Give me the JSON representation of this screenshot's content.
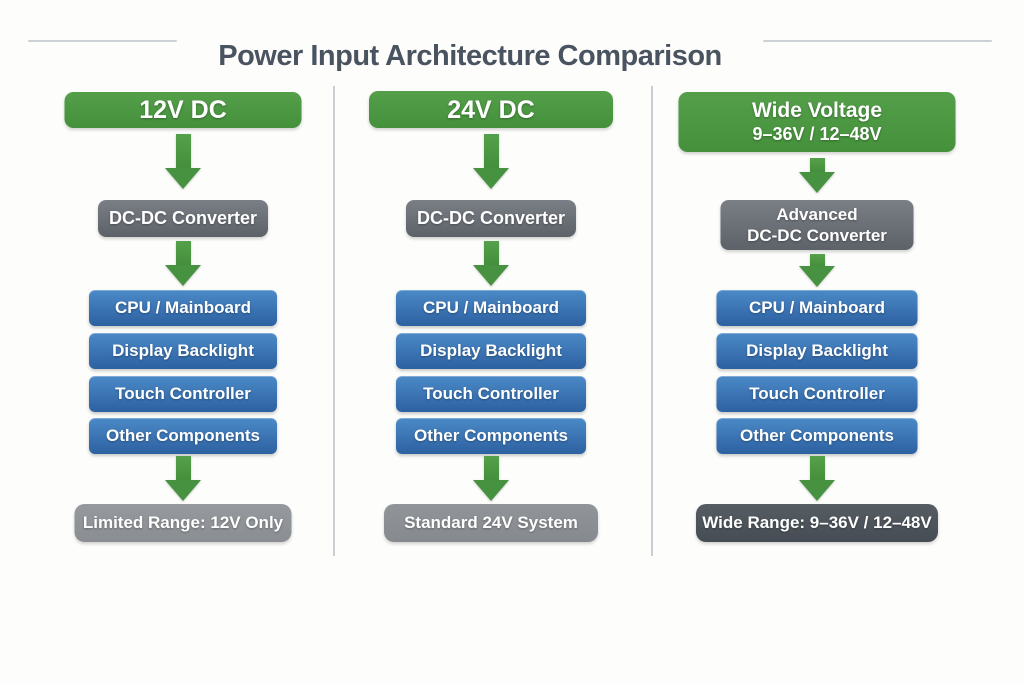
{
  "page_title": "Power Input Architecture Comparison",
  "colors": {
    "header_green": "#4b9741",
    "component_blue_top": "#4b89c7",
    "component_blue_bottom": "#2d61a1",
    "converter_gray": "#696e75",
    "footer_light_gray": "#909498",
    "footer_dark_gray": "#4e555b",
    "arrow_green": "#479240",
    "title_text": "#4a5360",
    "divider_gray": "#cbcfd3"
  },
  "columns": [
    {
      "id": "12v-dc",
      "header": {
        "title": "12V DC"
      },
      "converter": {
        "lines": [
          "DC-DC Converter"
        ]
      },
      "components": [
        "CPU / Mainboard",
        "Display Backlight",
        "Touch Controller",
        "Other Components"
      ],
      "footer": "Limited Range: 12V Only"
    },
    {
      "id": "24v-dc",
      "header": {
        "title": "24V DC"
      },
      "converter": {
        "lines": [
          "DC-DC Converter"
        ]
      },
      "components": [
        "CPU / Mainboard",
        "Display Backlight",
        "Touch Controller",
        "Other Components"
      ],
      "footer": "Standard 24V System"
    },
    {
      "id": "wide-voltage",
      "header": {
        "title": "Wide Voltage",
        "subtitle": "9–36V / 12–48V"
      },
      "converter": {
        "lines": [
          "Advanced",
          "DC-DC Converter"
        ]
      },
      "components": [
        "CPU / Mainboard",
        "Display Backlight",
        "Touch Controller",
        "Other Components"
      ],
      "footer": "Wide Range: 9–36V / 12–48V"
    }
  ]
}
